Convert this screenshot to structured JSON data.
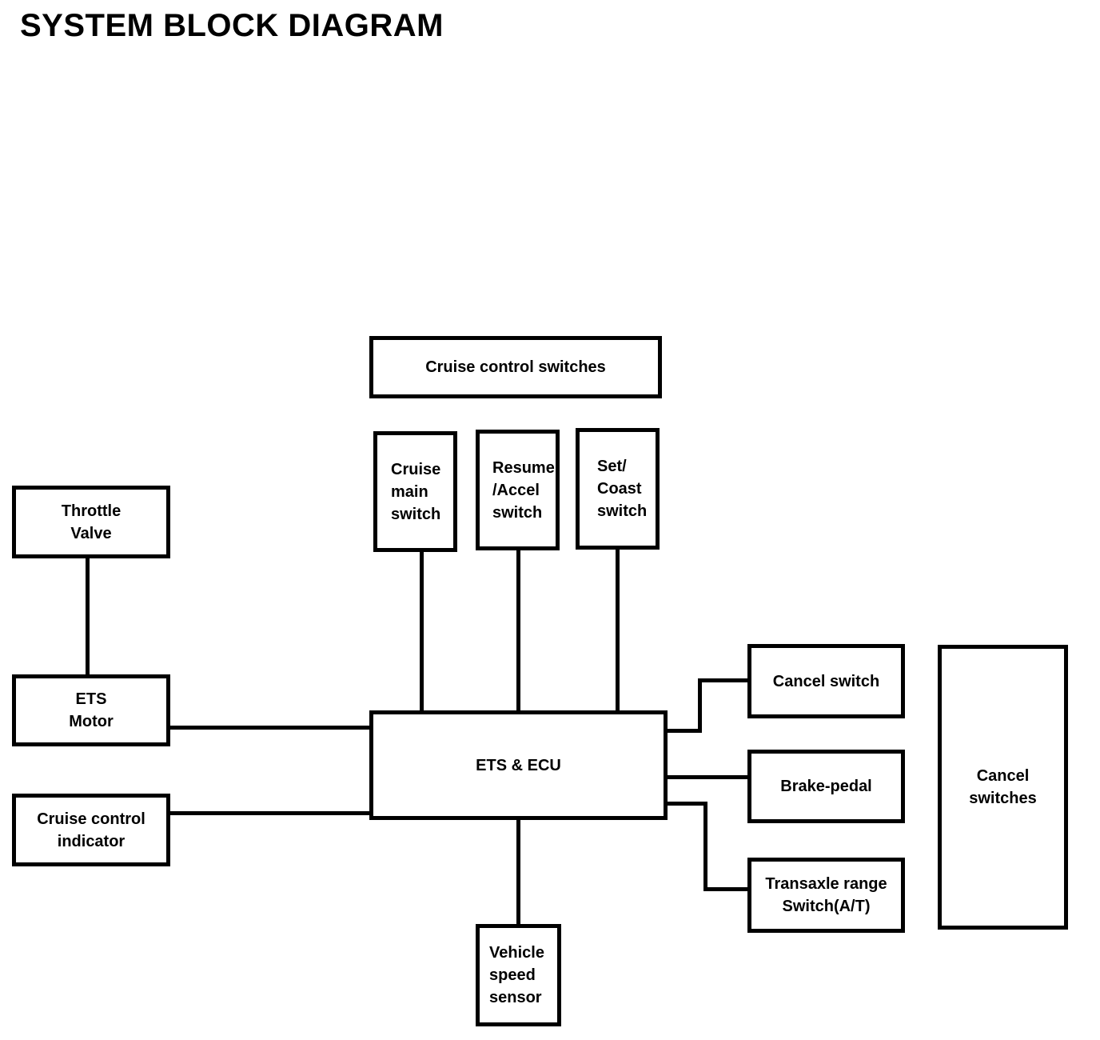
{
  "title": "SYSTEM BLOCK DIAGRAM",
  "diagram": {
    "colors": {
      "line": "#000000",
      "background": "#ffffff",
      "text": "#000000"
    },
    "boxes": {
      "cruise_control_switches": {
        "label": "Cruise control switches"
      },
      "cruise_main_switch": {
        "lines": [
          "Cruise",
          "main",
          "switch"
        ]
      },
      "resume_accel_switch": {
        "lines": [
          "Resume",
          "/Accel",
          "switch"
        ]
      },
      "set_coast_switch": {
        "lines": [
          "Set/",
          "Coast",
          "switch"
        ]
      },
      "throttle_valve": {
        "lines": [
          "Throttle",
          "Valve"
        ]
      },
      "ets_motor": {
        "lines": [
          "ETS",
          "Motor"
        ]
      },
      "cruise_control_indicator": {
        "lines": [
          "Cruise control",
          "indicator"
        ]
      },
      "ets_ecu": {
        "label": "ETS & ECU"
      },
      "cancel_switch": {
        "label": "Cancel switch"
      },
      "brake_pedal": {
        "label": "Brake-pedal"
      },
      "transaxle_range_switch": {
        "lines": [
          "Transaxle range",
          "Switch(A/T)"
        ]
      },
      "cancel_switches": {
        "lines": [
          "Cancel",
          "switches"
        ]
      },
      "vehicle_speed_sensor": {
        "lines": [
          "Vehicle",
          "speed",
          "sensor"
        ]
      }
    },
    "connections": [
      "throttle_valve - ets_motor",
      "ets_motor - ets_ecu",
      "cruise_control_indicator - ets_ecu",
      "cruise_main_switch - ets_ecu",
      "resume_accel_switch - ets_ecu",
      "set_coast_switch - ets_ecu",
      "ets_ecu - cancel_switch",
      "ets_ecu - brake_pedal",
      "ets_ecu - transaxle_range_switch",
      "ets_ecu - vehicle_speed_sensor"
    ]
  }
}
